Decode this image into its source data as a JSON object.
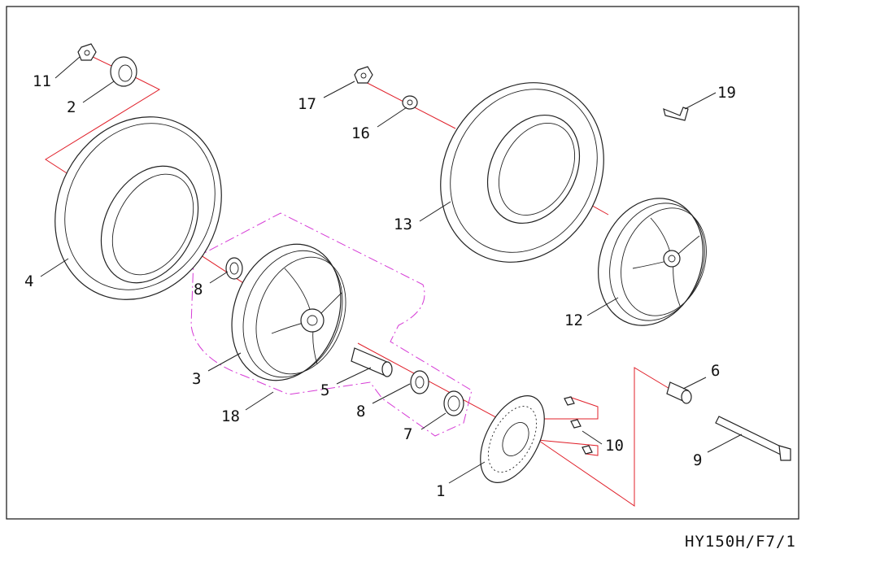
{
  "drawing_code": "HY150H/F7/1",
  "callouts": {
    "c1": "1",
    "c2": "2",
    "c3": "3",
    "c4": "4",
    "c5": "5",
    "c6": "6",
    "c7": "7",
    "c8a": "8",
    "c8b": "8",
    "c9": "9",
    "c10": "10",
    "c11": "11",
    "c12": "12",
    "c13": "13",
    "c16": "16",
    "c17": "17",
    "c18": "18",
    "c19": "19"
  },
  "colors": {
    "axis_line": "#e0202a",
    "group_outline": "#d63bd6",
    "linework": "#222222"
  }
}
